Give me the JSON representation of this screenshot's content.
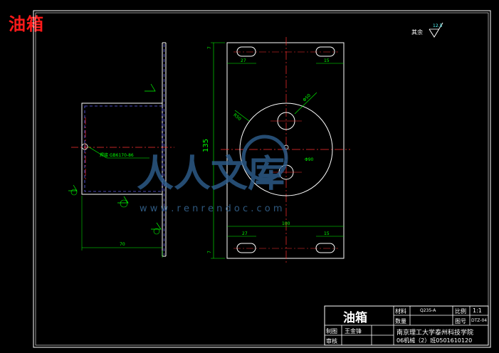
{
  "header": {
    "corner_title": "油箱"
  },
  "roughness": {
    "label": "其余",
    "value": "12.5"
  },
  "dims": {
    "r_50": "R50",
    "phi50": "Φ50",
    "phi90": "Φ90",
    "d15_top": "15",
    "d27_top": "27",
    "d15_bot": "15",
    "d27_bot": "27",
    "d100": "100",
    "d135": "135",
    "d7_top": "7",
    "d7_bot": "7",
    "d70": "70",
    "weld_note": "焊接 GB6170-86"
  },
  "watermark": {
    "main": "人人文库",
    "url": "w w w . r e n r e n d o c . c o m"
  },
  "title_block": {
    "part_name": "油箱",
    "material_label": "材料",
    "material_value": "Q235-A",
    "scale_label": "比例",
    "scale_value": "1:1",
    "qty_label": "数量",
    "drawing_no_label": "图号",
    "drawing_no_value": "DTZ-04",
    "drawn_label": "制图",
    "drawn_value": "王金锋",
    "check_label": "审核",
    "school": "南京理工大学泰州科技学院",
    "class_info": "06机械（2）班0501610120"
  }
}
